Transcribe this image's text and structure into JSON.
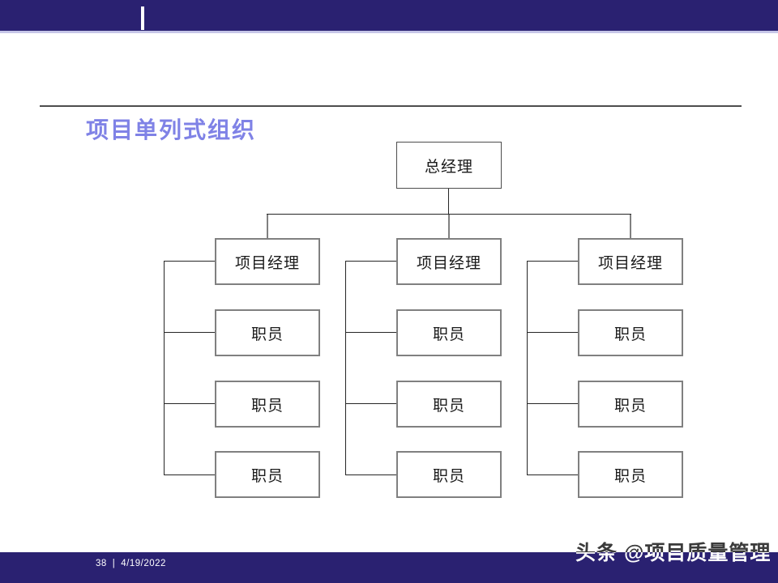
{
  "slide": {
    "title": "项目单列式组织",
    "page_number": "38",
    "separator": "|",
    "date": "4/19/2022",
    "watermark": "头条 @项目质量管理"
  },
  "org_chart": {
    "root": {
      "label": "总经理"
    },
    "columns": [
      {
        "manager": "项目经理",
        "staff": [
          "职员",
          "职员",
          "职员"
        ]
      },
      {
        "manager": "项目经理",
        "staff": [
          "职员",
          "职员",
          "职员"
        ]
      },
      {
        "manager": "项目经理",
        "staff": [
          "职员",
          "职员",
          "职员"
        ]
      }
    ]
  },
  "colors": {
    "bar_background": "#2A2171",
    "bar_edge": "#C6C6E8",
    "title_text": "#7F82E6",
    "box_border": "#808080",
    "connector_line": "#262626",
    "footer_text": "#FFFFFF",
    "watermark_dark": "#3B3B3B",
    "watermark_light": "#FFFFFF"
  }
}
